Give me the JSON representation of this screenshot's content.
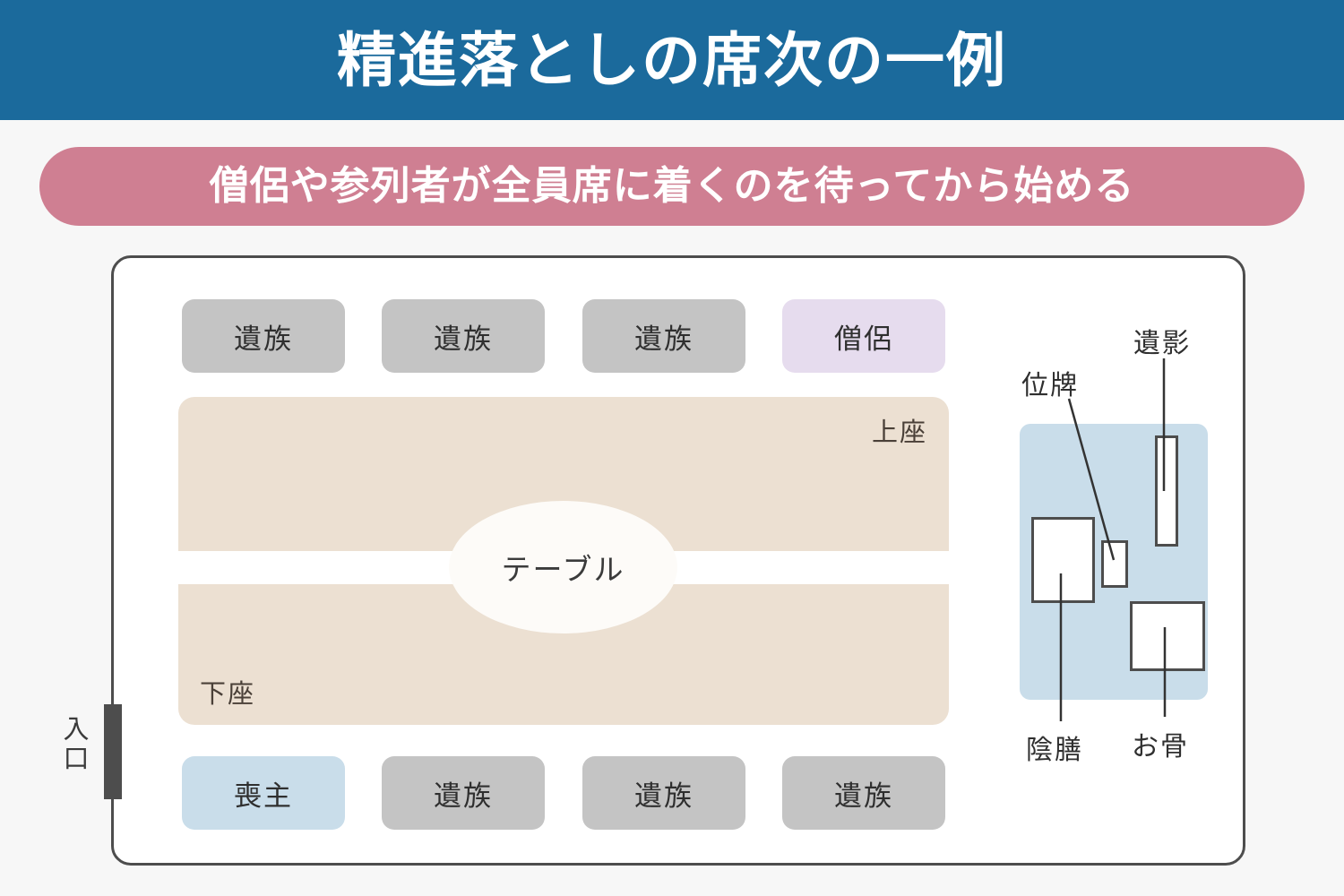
{
  "header": {
    "title": "精進落としの席次の一例",
    "bg_color": "#1b6a9c",
    "text_color": "#ffffff"
  },
  "subtitle": {
    "text": "僧侶や参列者が全員席に着くのを待ってから始める",
    "bg_color": "#cf7f92",
    "text_color": "#ffffff"
  },
  "room": {
    "entrance": {
      "label": "入口",
      "door_color": "#4d4d4d"
    },
    "table": {
      "label": "テーブル",
      "upper_seat_label": "上座",
      "lower_seat_label": "下座",
      "surface_color": "#ece0d2"
    },
    "seats_top": [
      {
        "label": "遺族",
        "color": "#c4c4c4",
        "kind": "family"
      },
      {
        "label": "遺族",
        "color": "#c4c4c4",
        "kind": "family"
      },
      {
        "label": "遺族",
        "color": "#c4c4c4",
        "kind": "family"
      },
      {
        "label": "僧侶",
        "color": "#e6dcee",
        "kind": "priest"
      }
    ],
    "seats_bottom": [
      {
        "label": "喪主",
        "color": "#c9ddea",
        "kind": "chief-mourner"
      },
      {
        "label": "遺族",
        "color": "#c4c4c4",
        "kind": "family"
      },
      {
        "label": "遺族",
        "color": "#c4c4c4",
        "kind": "family"
      },
      {
        "label": "遺族",
        "color": "#c4c4c4",
        "kind": "family"
      }
    ]
  },
  "altar": {
    "panel_color": "#c9ddea",
    "items": [
      {
        "name": "遺影",
        "shape": "tall-narrow-rectangle"
      },
      {
        "name": "位牌",
        "shape": "small-rectangle"
      },
      {
        "name": "陰膳",
        "shape": "upright-rectangle"
      },
      {
        "name": "お骨",
        "shape": "square-box"
      }
    ]
  }
}
